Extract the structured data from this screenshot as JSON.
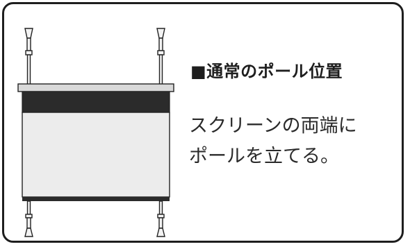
{
  "heading": "■通常のポール位置",
  "description": {
    "line1": "スクリーンの両端に",
    "line2": "ポールを立てる。"
  }
}
